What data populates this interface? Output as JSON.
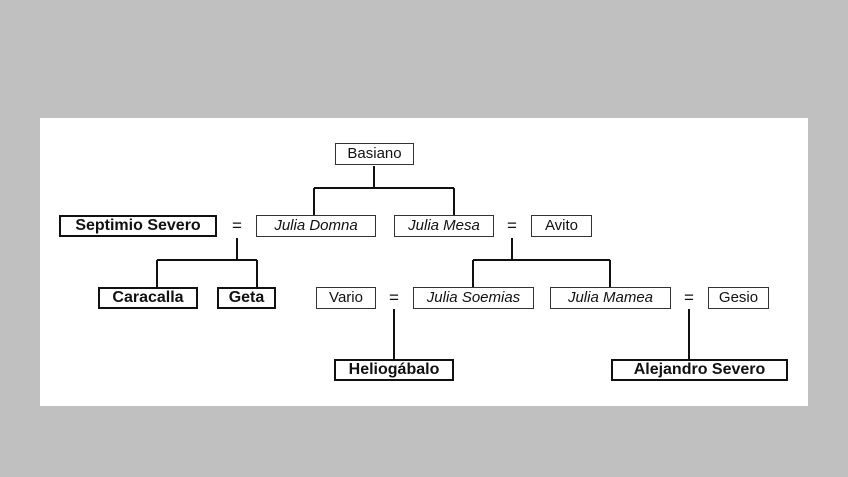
{
  "people": {
    "basiano": "Basiano",
    "septimio_severo": "Septimio Severo",
    "julia_domna": "Julia Domna",
    "julia_mesa": "Julia Mesa",
    "avito": "Avito",
    "caracalla": "Caracalla",
    "geta": "Geta",
    "vario": "Vario",
    "julia_soemias": "Julia Soemias",
    "julia_mamea": "Julia Mamea",
    "gesio": "Gesio",
    "heliogabalo": "Heliogábalo",
    "alejandro_severo": "Alejandro Severo"
  },
  "marriage_symbol": "=",
  "colors": {
    "background": "#c0c0c0",
    "panel": "#ffffff",
    "line": "#111111"
  }
}
